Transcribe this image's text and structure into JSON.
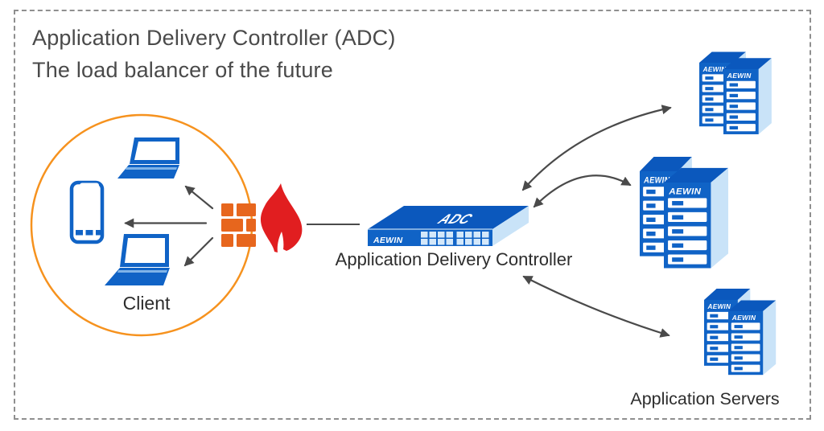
{
  "title": {
    "line1": "Application Delivery Controller (ADC)",
    "line2": "The load balancer of the future"
  },
  "labels": {
    "client": "Client",
    "adc": "Application Delivery Controller",
    "servers": "Application Servers"
  },
  "device_text": {
    "adc_top": "ADC",
    "brand": "AEWIN"
  },
  "colors": {
    "primary_blue": "#1063C6",
    "device_top_blue": "#0B58BD",
    "light_blue_side": "#C9E3F8",
    "port_light_blue": "#D4E8FA",
    "circle_orange": "#F6921E",
    "firewall_brick_orange": "#E7661D",
    "flame_red": "#E11E20",
    "arrow_gray": "#4A4A4A",
    "title_gray": "#4A4A4A",
    "border_gray": "#8F8F8F"
  },
  "diagram": {
    "nodes": [
      {
        "id": "client-group",
        "label": "Client",
        "devices": [
          "laptop",
          "smartphone",
          "laptop"
        ],
        "enclosure": "orange-circle"
      },
      {
        "id": "firewall",
        "type": "firewall-with-flame-icon"
      },
      {
        "id": "adc-appliance",
        "label": "Application Delivery Controller",
        "markings": [
          "AEWIN",
          "ADC"
        ]
      },
      {
        "id": "app-servers",
        "label": "Application Servers",
        "count": 3,
        "markings": [
          "AEWIN"
        ]
      }
    ],
    "edges": [
      {
        "from": "firewall",
        "to": "client-laptop-top",
        "style": "straight-arrow"
      },
      {
        "from": "firewall",
        "to": "client-smartphone",
        "style": "straight-arrow"
      },
      {
        "from": "firewall",
        "to": "client-laptop-bottom",
        "style": "straight-arrow"
      },
      {
        "from": "firewall",
        "to": "adc-appliance",
        "style": "plain-line"
      },
      {
        "from": "adc-appliance",
        "to": "server-top",
        "style": "curved-double-arrow"
      },
      {
        "from": "adc-appliance",
        "to": "server-middle",
        "style": "curved-double-arrow"
      },
      {
        "from": "adc-appliance",
        "to": "server-bottom",
        "style": "curved-double-arrow"
      }
    ]
  }
}
